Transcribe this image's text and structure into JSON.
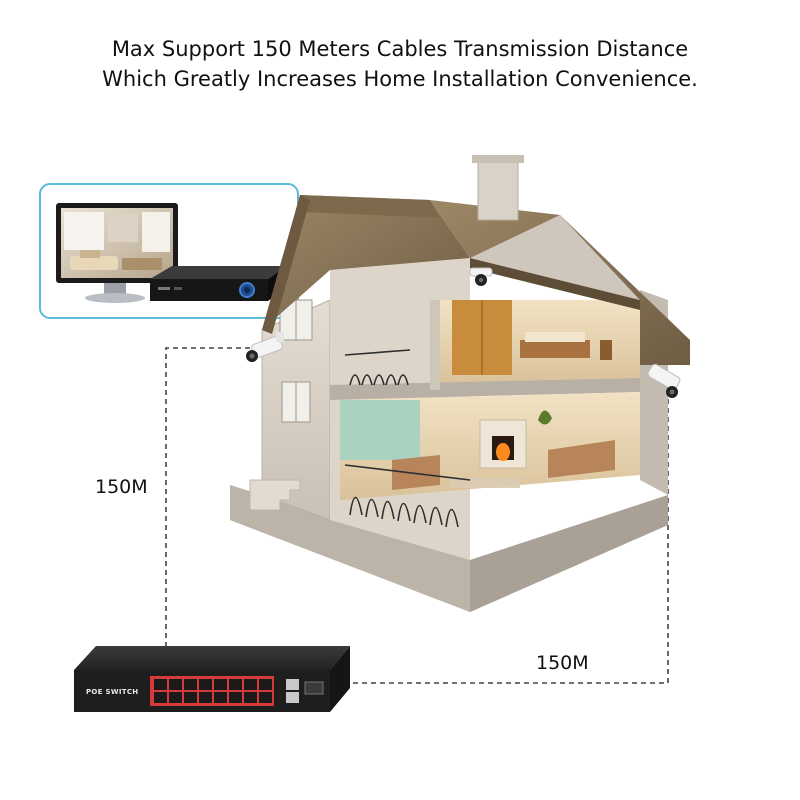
{
  "headline": {
    "line1": "Max Support 150 Meters Cables Transmission Distance",
    "line2": "Which Greatly Increases Home Installation Convenience."
  },
  "distances": {
    "left": "150M",
    "right": "150M"
  },
  "switch": {
    "label": "POE SWITCH"
  },
  "colors": {
    "callout_border": "#5bbbd8",
    "roof": "#8a7658",
    "wall": "#d9d2c8",
    "switch_body": "#2b2b2b",
    "port_panel": "#d63a3a"
  }
}
